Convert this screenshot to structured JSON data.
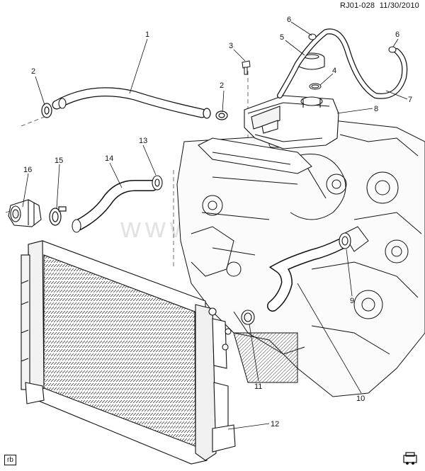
{
  "header": {
    "diagram_id": "RJ01-028",
    "date": "11/30/2010"
  },
  "corner_tag": "rb",
  "watermark": "www.g      ad",
  "callouts": [
    {
      "id": "c1",
      "label": "1"
    },
    {
      "id": "c2a",
      "label": "2"
    },
    {
      "id": "c2b",
      "label": "2"
    },
    {
      "id": "c3",
      "label": "3"
    },
    {
      "id": "c4",
      "label": "4"
    },
    {
      "id": "c5",
      "label": "5"
    },
    {
      "id": "c6a",
      "label": "6"
    },
    {
      "id": "c6b",
      "label": "6"
    },
    {
      "id": "c7",
      "label": "7"
    },
    {
      "id": "c8",
      "label": "8"
    },
    {
      "id": "c9",
      "label": "9"
    },
    {
      "id": "c10",
      "label": "10"
    },
    {
      "id": "c11",
      "label": "11"
    },
    {
      "id": "c12",
      "label": "12"
    },
    {
      "id": "c13",
      "label": "13"
    },
    {
      "id": "c14",
      "label": "14"
    },
    {
      "id": "c15",
      "label": "15"
    },
    {
      "id": "c16",
      "label": "16"
    }
  ]
}
